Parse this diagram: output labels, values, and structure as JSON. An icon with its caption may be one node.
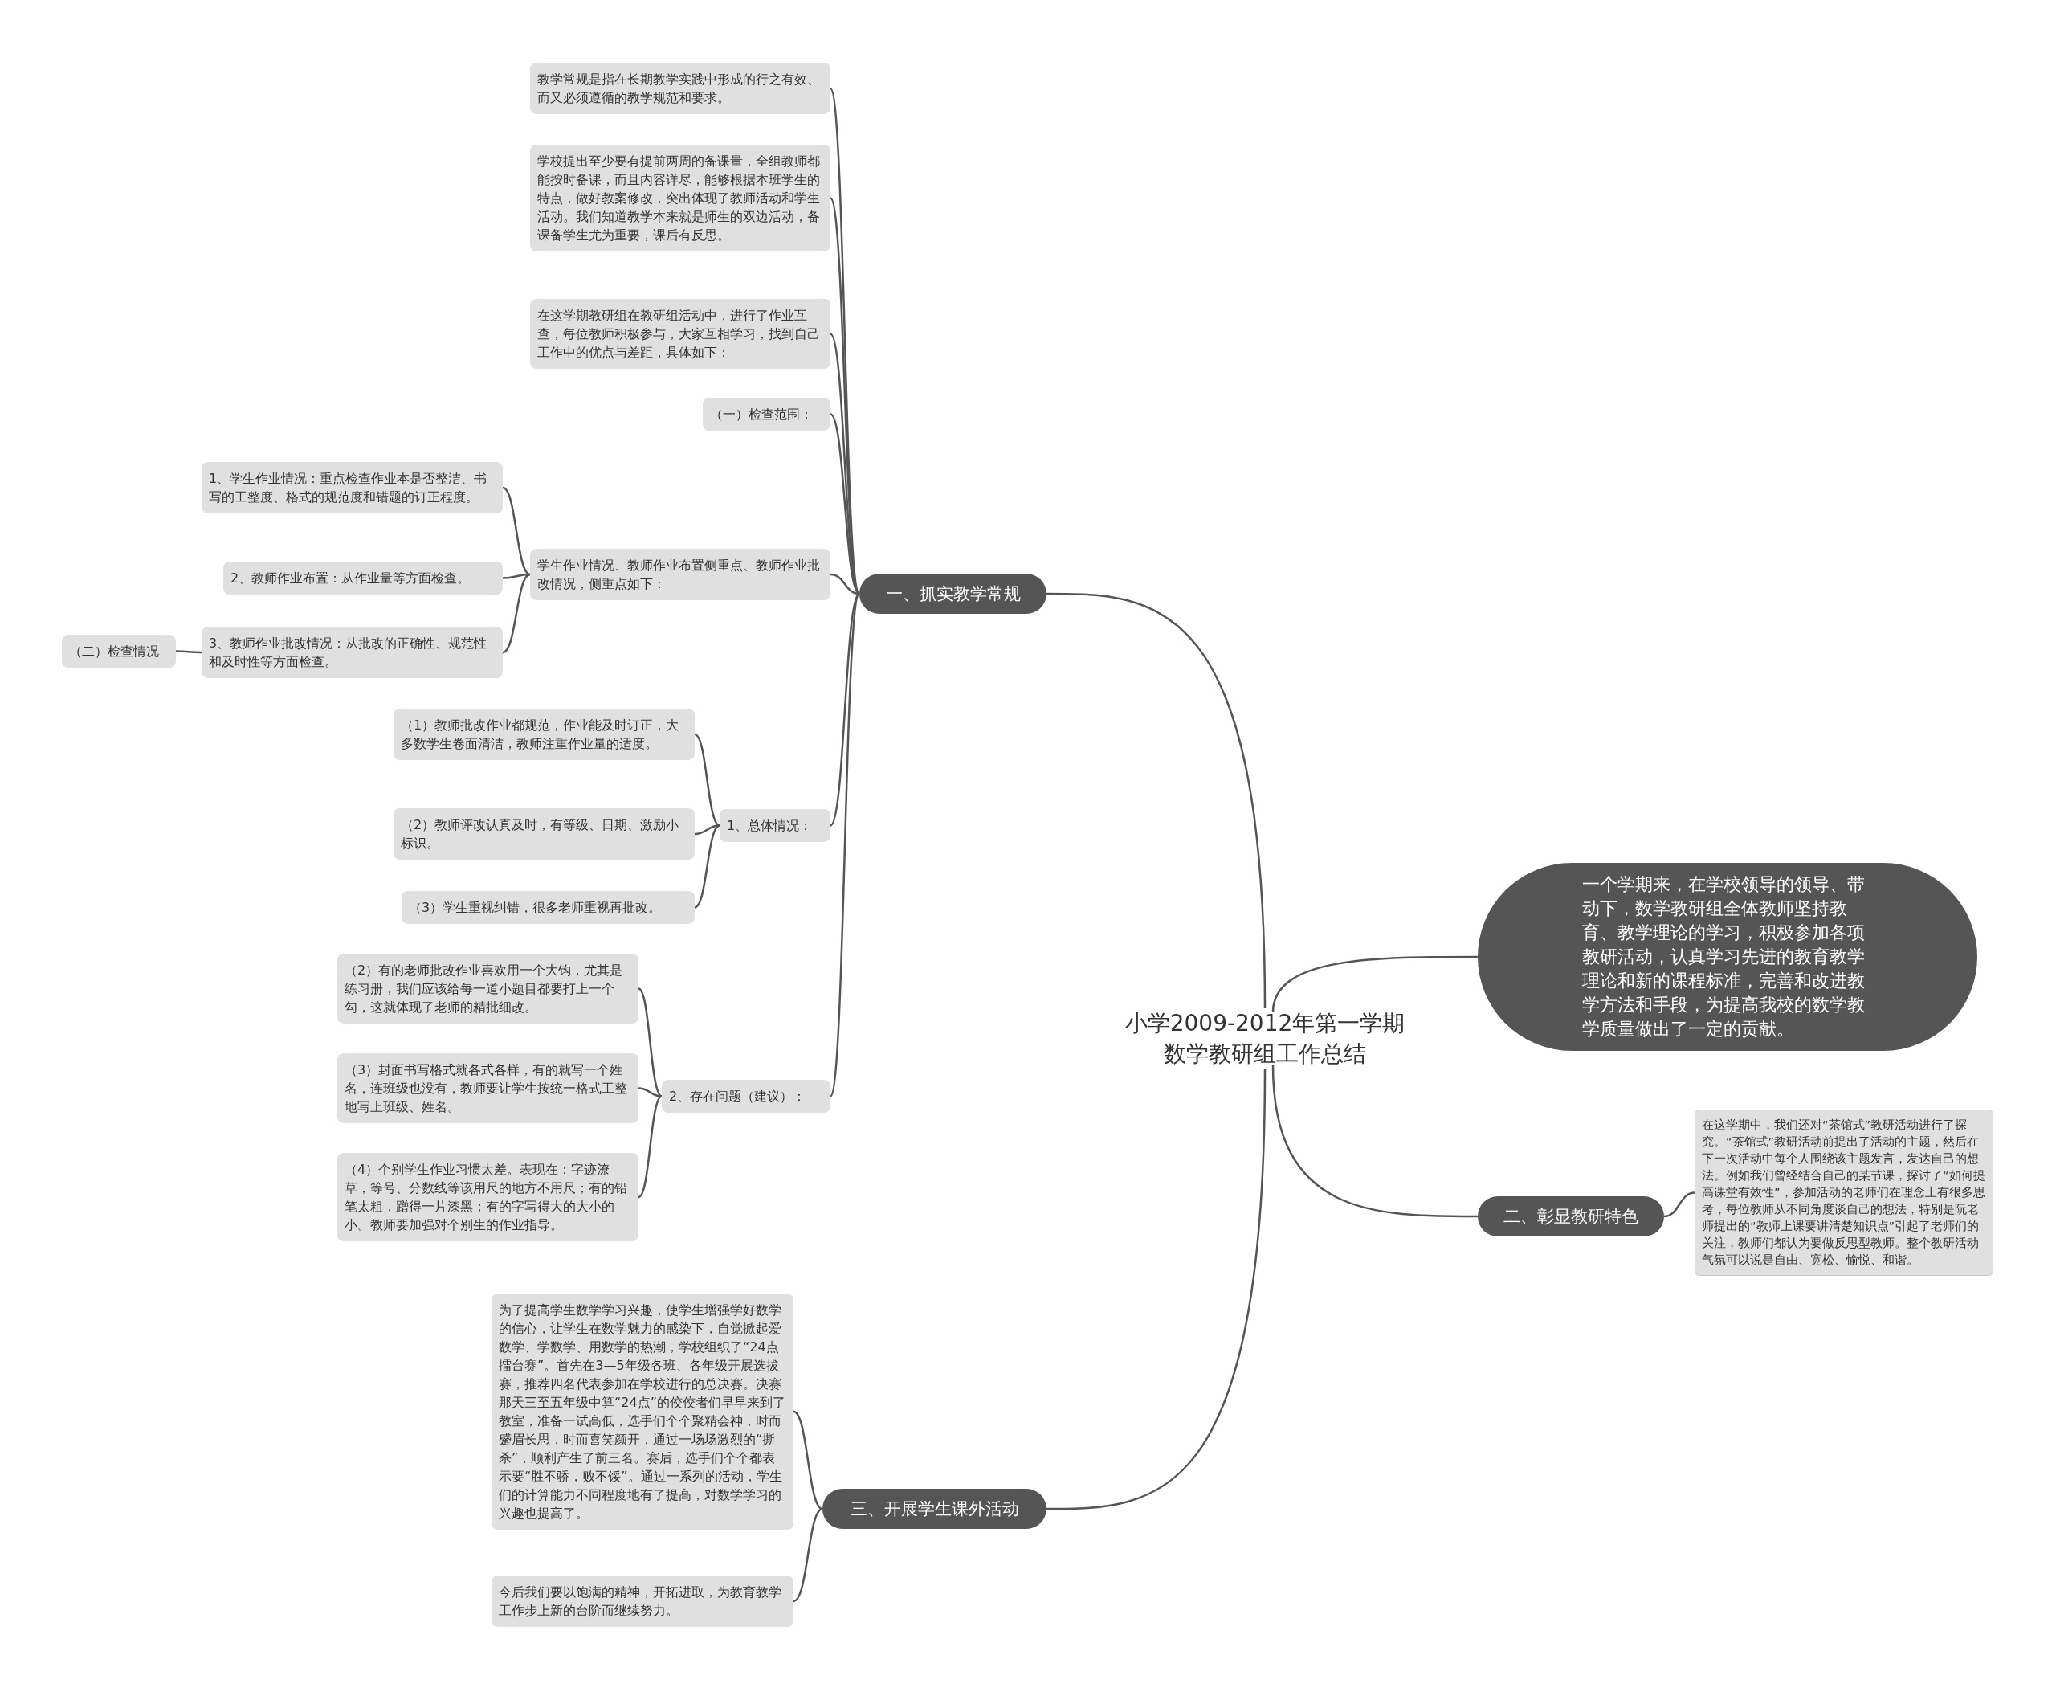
{
  "diagram": {
    "nodes": [
      {
        "text": [
          "小学2009-2012年第一学期数学教研组工作总结"
        ]
      },
      {
        "text": [
          "一、抓实教学常规"
        ]
      },
      {
        "text": [
          "教学常规是指在长期教学实践中形成的行之有效、而又必须遵循的教学规范和要求。"
        ]
      },
      {
        "text": [
          "学校提出至少要有提前两周的备课量，全组教师都能按时备课，而且内容详尽，能够根据本班学生的特点，做好教案修改，突出体现了教师活动和学生活动。我们知道教学本来就是师生的双边活动，备课备学生尤为重要，课后有反思。"
        ]
      },
      {
        "text": [
          "在这学期教研组在教研组活动中，进行了作业互查，每位教师积极参与，大家互相学习，找到自己工作中的优点与差距，具体如下："
        ]
      },
      {
        "text": [
          "（一）检查范围："
        ]
      },
      {
        "text": [
          "学生作业情况、教师作业布置侧重点、教师作业批改情况，侧重点如下："
        ]
      },
      {
        "text": [
          "1、学生作业情况：重点检查作业本是否整洁、书写的工整度、格式的规范度和错题的订正程度。"
        ]
      },
      {
        "text": [
          "2、教师作业布置：从作业量等方面检查。"
        ]
      },
      {
        "text": [
          "3、教师作业批改情况：从批改的正确性、规范性和及时性等方面检查。"
        ]
      },
      {
        "text": [
          "（二）检查情况"
        ]
      },
      {
        "text": [
          "1、总体情况："
        ]
      },
      {
        "text": [
          "（1）教师批改作业都规范，作业能及时订正，大多数学生卷面清洁，教师注重作业量的适度。"
        ]
      },
      {
        "text": [
          "（2）教师评改认真及时，有等级、日期、激励小标识。"
        ]
      },
      {
        "text": [
          "（3）学生重视纠错，很多老师重视再批改。"
        ]
      },
      {
        "text": [
          "2、存在问题（建议）："
        ]
      },
      {
        "text": [
          "（2）有的老师批改作业喜欢用一个大钩，尤其是练习册，我们应该给每一道小题目都要打上一个勾，这就体现了老师的精批细改。"
        ]
      },
      {
        "text": [
          "（3）封面书写格式就各式各样，有的就写一个姓名，连班级也没有，教师要让学生按统一格式工整地写上班级、姓名。"
        ]
      },
      {
        "text": [
          "（4）个别学生作业习惯太差。表现在：字迹潦草，等号、分数线等该用尺的地方不用尺；有的铅笔太粗，蹭得一片漆黑；有的字写得大的大小的小。教师要加强对个别生的作业指导。"
        ]
      },
      {
        "text": [
          "一个学期来，在学校领导的领导、带动下，数学教研组全体教师坚持教育、教学理论的学习，积极参加各项教研活动，认真学习先进的教育教学理论和新的课程标准，完善和改进教学方法和手段，为提高我校的数学教学质量做出了一定的贡献。"
        ]
      },
      {
        "text": [
          "二、彰显教研特色"
        ]
      },
      {
        "text": [
          "在这学期中，我们还对“茶馆式”教研活动进行了探究。“茶馆式”教研活动前提出了活动的主题，然后在下一次活动中每个人围绕该主题发言，发达自己的想法。例如我们曾经结合自己的某节课，探讨了“如何提高课堂有效性”，参加活动的老师们在理念上有很多思考，每位教师从不同角度谈自己的想法，特别是阮老师提出的“教师上课要讲清楚知识点”引起了老师们的关注，教师们都认为要做反思型教师。整个教研活动气氛可以说是自由、宽松、愉悦、和谐。"
        ]
      },
      {
        "text": [
          "三、开展学生课外活动"
        ]
      },
      {
        "text": [
          "为了提高学生数学学习兴趣，使学生增强学好数学的信心，让学生在数学魅力的感染下，自觉掀起爱数学、学数学、用数学的热潮，学校组织了“24点擂台赛”。首先在3—5年级各班、各年级开展选拔赛，推荐四名代表参加在学校进行的总决赛。决赛那天三至五年级中算“24点”的佼佼者们早早来到了教室，准备一试高低，选手们个个聚精会神，时而蹙眉长思，时而喜笑颜开，通过一场场激烈的“撕杀”，顺利产生了前三名。赛后，选手们个个都表示要“胜不骄，败不馁”。通过一系列的活动，学生们的计算能力不同程度地有了提高，对数学学习的兴趣也提高了。"
        ]
      },
      {
        "text": [
          "今后我们要以饱满的精神，开拓进取，为教育教学工作步上新的台阶而继续努力。"
        ]
      }
    ],
    "edges": [
      {
        "from": 0,
        "to": 1,
        "arrow": "none"
      },
      {
        "from": 0,
        "to": 19,
        "arrow": "none"
      },
      {
        "from": 0,
        "to": 20,
        "arrow": "none"
      },
      {
        "from": 0,
        "to": 22,
        "arrow": "none"
      },
      {
        "from": 1,
        "to": 2,
        "arrow": "none"
      },
      {
        "from": 1,
        "to": 3,
        "arrow": "none"
      },
      {
        "from": 1,
        "to": 4,
        "arrow": "none"
      },
      {
        "from": 1,
        "to": 5,
        "arrow": "none"
      },
      {
        "from": 1,
        "to": 6,
        "arrow": "none"
      },
      {
        "from": 1,
        "to": 11,
        "arrow": "none"
      },
      {
        "from": 1,
        "to": 15,
        "arrow": "none"
      },
      {
        "from": 6,
        "to": 7,
        "arrow": "none"
      },
      {
        "from": 6,
        "to": 8,
        "arrow": "none"
      },
      {
        "from": 6,
        "to": 9,
        "arrow": "none"
      },
      {
        "from": 9,
        "to": 10,
        "arrow": "none"
      },
      {
        "from": 11,
        "to": 12,
        "arrow": "none"
      },
      {
        "from": 11,
        "to": 13,
        "arrow": "none"
      },
      {
        "from": 11,
        "to": 14,
        "arrow": "none"
      },
      {
        "from": 15,
        "to": 16,
        "arrow": "none"
      },
      {
        "from": 15,
        "to": 17,
        "arrow": "none"
      },
      {
        "from": 15,
        "to": 18,
        "arrow": "none"
      },
      {
        "from": 20,
        "to": 21,
        "arrow": "none"
      },
      {
        "from": 22,
        "to": 23,
        "arrow": "none"
      },
      {
        "from": 22,
        "to": 24,
        "arrow": "none"
      }
    ]
  }
}
